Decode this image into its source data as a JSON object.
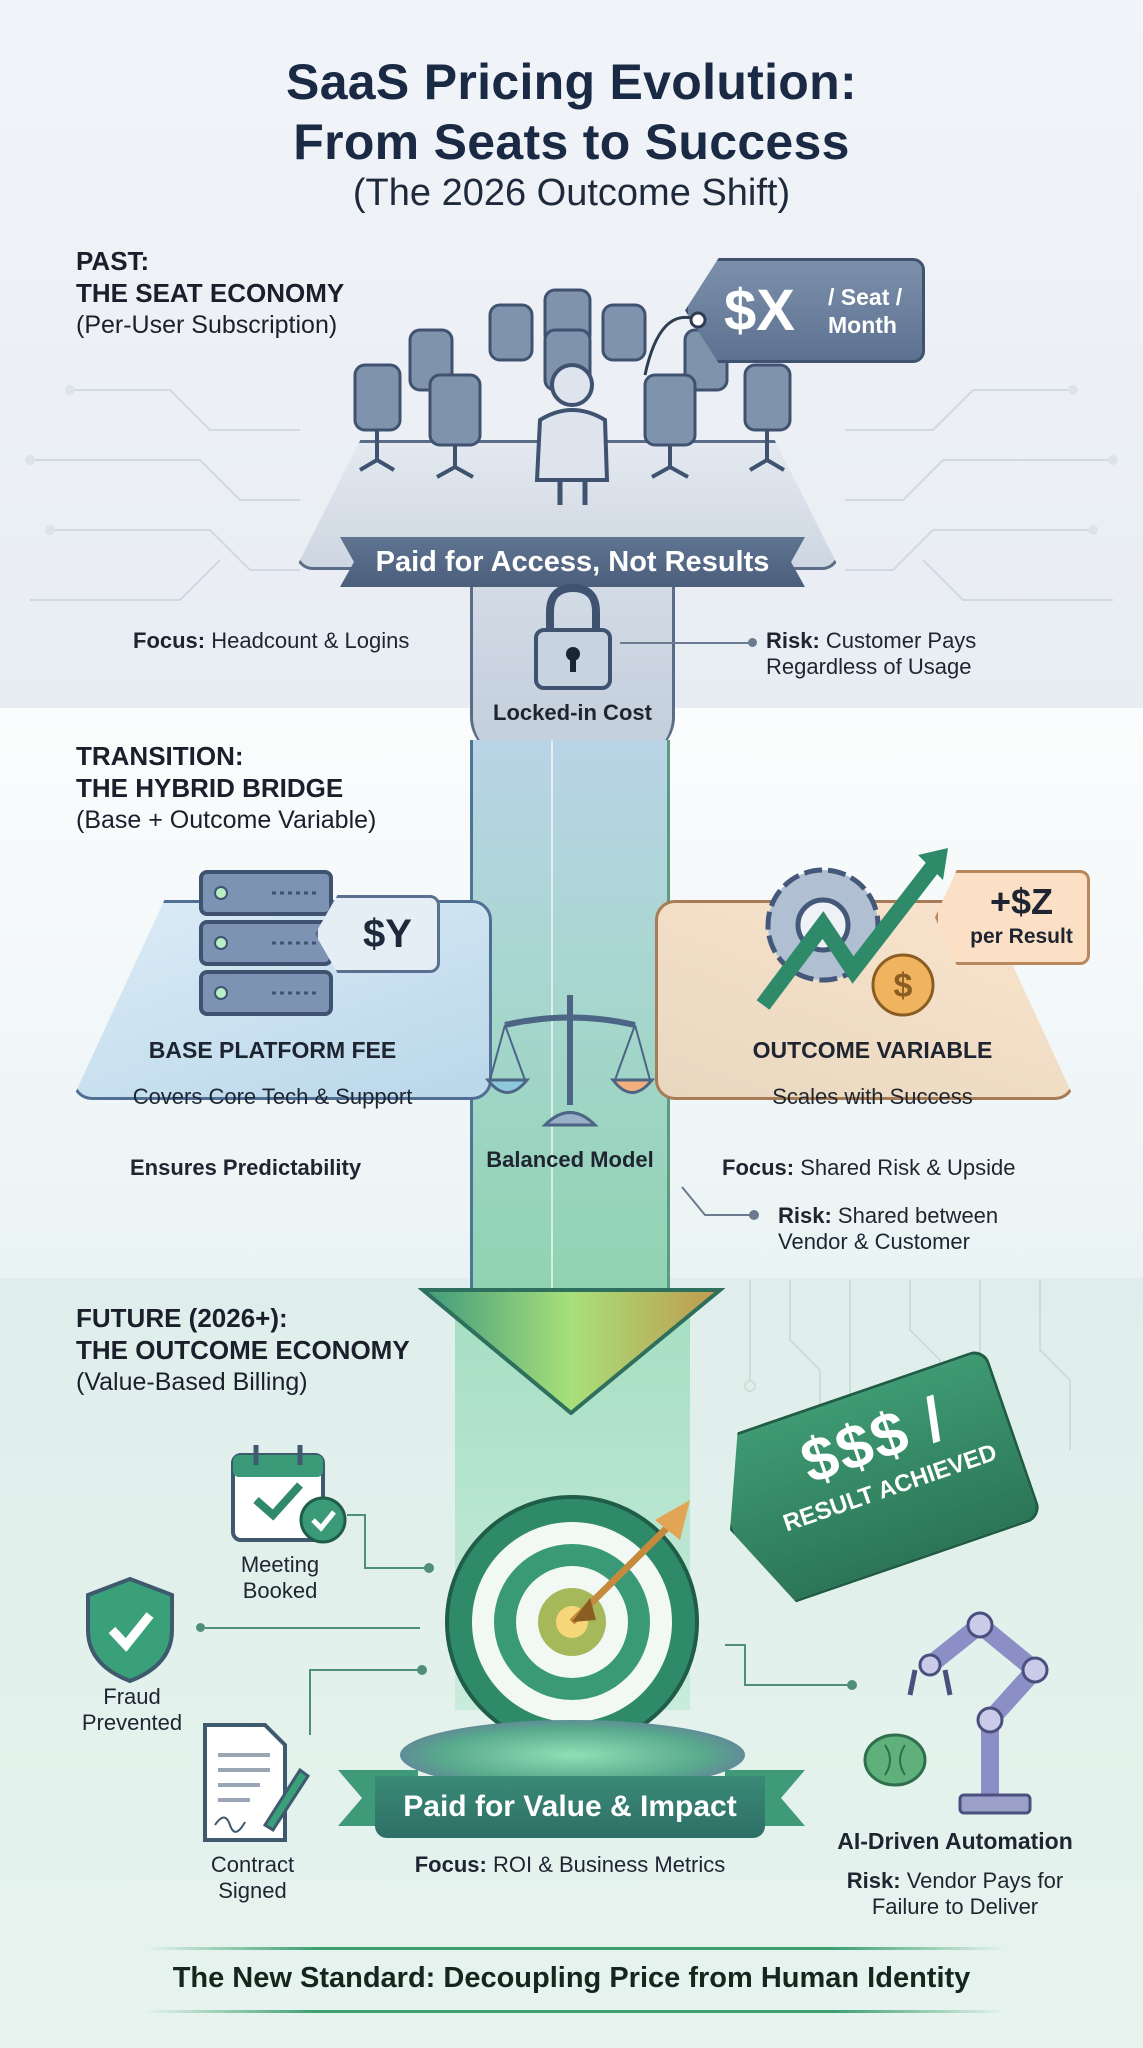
{
  "header": {
    "title_line1": "SaaS Pricing Evolution:",
    "title_line2": "From Seats to Success",
    "subtitle": "(The 2026 Outcome Shift)"
  },
  "past": {
    "label": "PAST:",
    "name": "THE SEAT ECONOMY",
    "desc": "(Per-User Subscription)",
    "price_tag": {
      "amount": "$X",
      "unit_line1": "/ Seat /",
      "unit_line2": "Month"
    },
    "banner": "Paid for Access, Not Results",
    "focus_label": "Focus:",
    "focus_value": "Headcount & Logins",
    "risk_label": "Risk:",
    "risk_value_line1": "Customer Pays",
    "risk_value_line2": "Regardless of Usage",
    "lock_caption": "Locked-in Cost",
    "icons": [
      "office-chairs",
      "person-seated",
      "padlock",
      "price-tag",
      "circuit-lines"
    ]
  },
  "transition": {
    "label": "TRANSITION:",
    "name": "THE HYBRID BRIDGE",
    "desc": "(Base + Outcome Variable)",
    "base": {
      "price_tag": "$Y",
      "title": "BASE PLATFORM FEE",
      "desc": "Covers Core Tech & Support",
      "note": "Ensures Predictability"
    },
    "center_caption": "Balanced Model",
    "outcome": {
      "price_tag_amount": "+$Z",
      "price_tag_unit": "per Result",
      "title": "OUTCOME VARIABLE",
      "desc": "Scales with Success",
      "focus_label": "Focus:",
      "focus_value": "Shared Risk & Upside",
      "risk_label": "Risk:",
      "risk_value_line1": "Shared between",
      "risk_value_line2": "Vendor & Customer"
    },
    "icons": [
      "server-stack",
      "balance-scale",
      "gear",
      "growth-arrow",
      "dollar-coin"
    ]
  },
  "future": {
    "label": "FUTURE (2026+):",
    "name": "THE OUTCOME ECONOMY",
    "desc": "(Value-Based Billing)",
    "price_tag": {
      "amount": "$$$ /",
      "unit": "RESULT ACHIEVED"
    },
    "outcomes": [
      {
        "label_line1": "Meeting",
        "label_line2": "Booked",
        "icon": "calendar-check"
      },
      {
        "label_line1": "Fraud",
        "label_line2": "Prevented",
        "icon": "shield-check"
      },
      {
        "label_line1": "Contract",
        "label_line2": "Signed",
        "icon": "signed-document"
      }
    ],
    "banner": "Paid for Value & Impact",
    "focus_label": "Focus:",
    "focus_value": "ROI & Business Metrics",
    "automation_title": "AI-Driven Automation",
    "risk_label": "Risk:",
    "risk_value_line1": "Vendor Pays for",
    "risk_value_line2": "Failure to Deliver",
    "icons": [
      "target-bullseye",
      "arrow",
      "robot-arm",
      "brain"
    ]
  },
  "footer": {
    "tagline": "The New Standard: Decoupling Price from Human Identity"
  },
  "colors": {
    "title_navy": "#1b2a44",
    "past_slate": "#5d7291",
    "base_blue": "#b9d7ea",
    "outcome_peach": "#fbe3cc",
    "future_green": "#2e7d62",
    "accent_purple": "#6e5aa8"
  }
}
